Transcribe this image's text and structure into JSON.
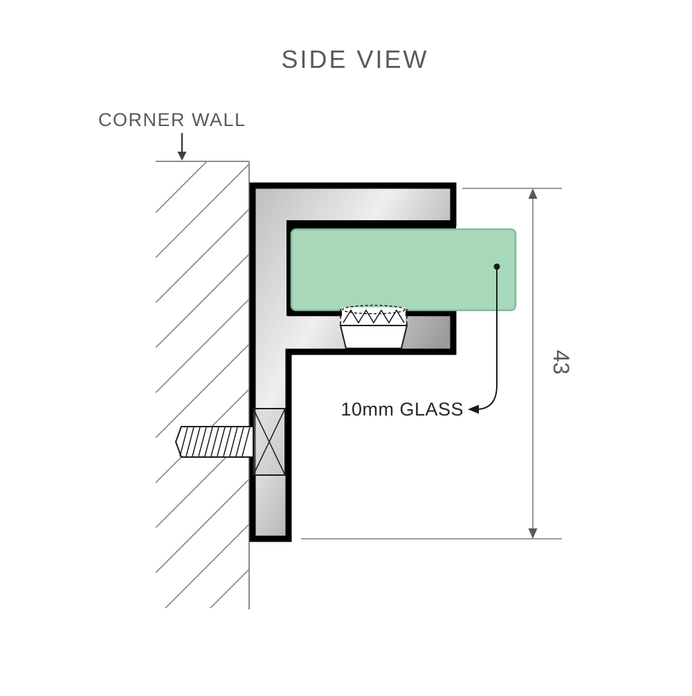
{
  "diagram": {
    "title": "SIDE VIEW",
    "wall_label": "CORNER WALL",
    "glass_label": "10mm GLASS",
    "dimension_value": "43",
    "colors": {
      "glass_fill": "#a8d8ba",
      "glass_stroke": "#7cbc98",
      "metal_light": "#ededed",
      "metal_dark": "#8f8f8f",
      "bracket_outline": "#000000",
      "construction_line": "#8c8c8c",
      "label_text": "#595959",
      "dark_text": "#262626"
    }
  }
}
